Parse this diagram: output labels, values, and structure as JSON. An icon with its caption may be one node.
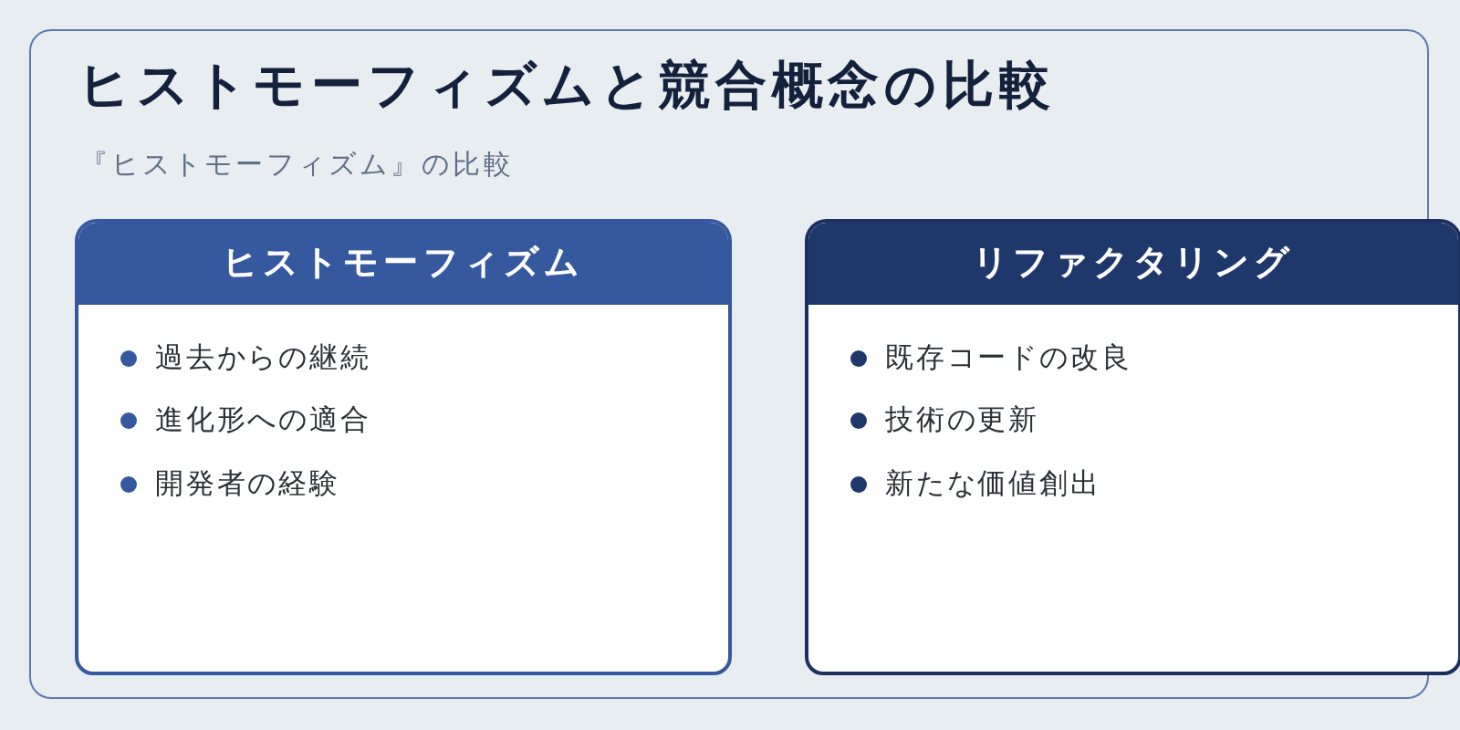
{
  "diagram": {
    "title": "ヒストモーフィズムと競合概念の比較",
    "nodes": [
      {
        "text": [
          "ヒストモーフィズム",
          "過去からの継続",
          "進化形への適合",
          "開発者の経験"
        ]
      },
      {
        "text": [
          "リファクタリング",
          "既存コードの改良",
          "技術の更新",
          "新たな価値創出"
        ]
      }
    ],
    "labels": [
      "『ヒストモーフィズム』の比較"
    ]
  }
}
